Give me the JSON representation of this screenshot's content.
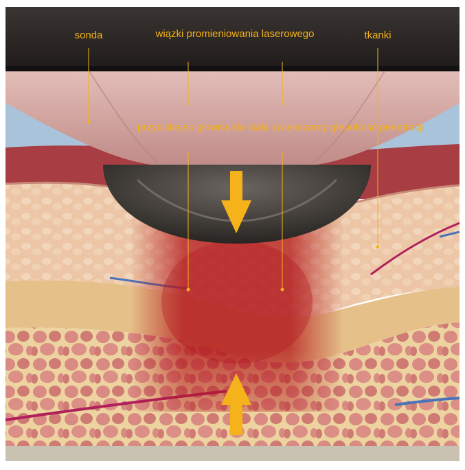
{
  "labels": {
    "probe": "sonda",
    "beams_line1": "wiązki promieniowania",
    "beams_line2": "laserowego",
    "tissues": "tkanki",
    "note_line1": "przyciskając głowicę do ciała",
    "note_line2": "zwiększamy głębokość penetracji"
  },
  "colors": {
    "label": "#f5b21a",
    "arrow": "#f5b21a",
    "probe_housing": "#2a2624",
    "probe_body": "#d6a8a4",
    "laser_glow": "#b3181c",
    "skin": "#b85a5a",
    "subcutis": "#e6c089",
    "fat": "#d77a72",
    "vessel_red": "#b0205a",
    "vessel_blue": "#4a73b8"
  }
}
